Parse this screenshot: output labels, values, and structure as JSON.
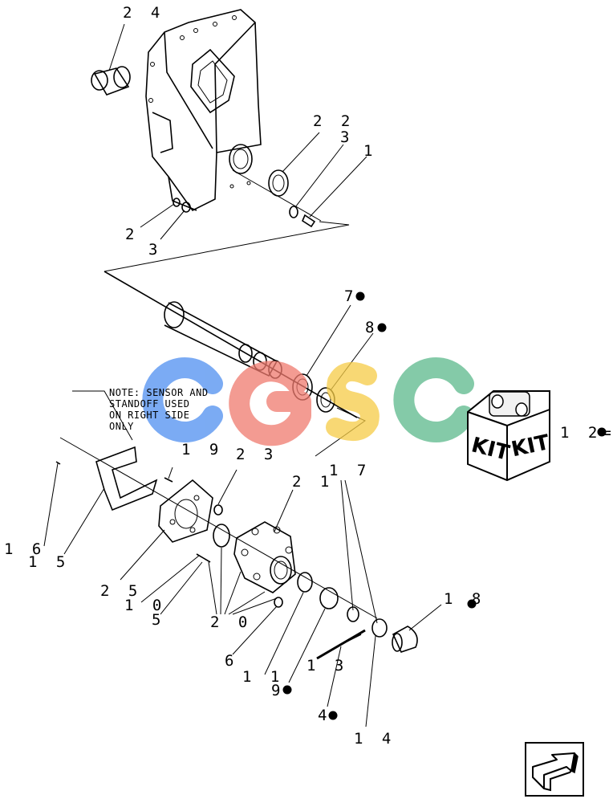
{
  "diagram": {
    "callouts": [
      {
        "id": "c24",
        "text": "2 4"
      },
      {
        "id": "c22",
        "text": "2 2"
      },
      {
        "id": "c3a",
        "text": "3"
      },
      {
        "id": "c1",
        "text": "1"
      },
      {
        "id": "c2",
        "text": "2"
      },
      {
        "id": "c3b",
        "text": "3"
      },
      {
        "id": "c7",
        "text": "7"
      },
      {
        "id": "c8",
        "text": "8"
      },
      {
        "id": "c12",
        "text": "1 2="
      },
      {
        "id": "c19",
        "text": "1 9"
      },
      {
        "id": "c23",
        "text": "2 3"
      },
      {
        "id": "c21",
        "text": "2 1"
      },
      {
        "id": "c17",
        "text": "1 7"
      },
      {
        "id": "c16",
        "text": "1 6"
      },
      {
        "id": "c15",
        "text": "1 5"
      },
      {
        "id": "c25",
        "text": "2 5"
      },
      {
        "id": "c10",
        "text": "1 0"
      },
      {
        "id": "c5",
        "text": "5"
      },
      {
        "id": "c20",
        "text": "2 0"
      },
      {
        "id": "c18",
        "text": "1 8"
      },
      {
        "id": "c6",
        "text": "6"
      },
      {
        "id": "c11",
        "text": "1 1"
      },
      {
        "id": "c13",
        "text": "1 3"
      },
      {
        "id": "c9",
        "text": "9"
      },
      {
        "id": "c4",
        "text": "4"
      },
      {
        "id": "c14",
        "text": "1 4"
      }
    ],
    "note_lines": [
      "NOTE: SENSOR AND",
      "STANDOFF USED",
      "ON RIGHT SIDE",
      "ONLY"
    ],
    "kit_labels": [
      "KIT",
      "KIT"
    ],
    "watermark_letters": [
      {
        "letter": "C",
        "color": "#4f8ff0"
      },
      {
        "letter": "G",
        "color": "#f07a6e"
      },
      {
        "letter": "S",
        "color": "#f6cc46"
      },
      {
        "letter": "C",
        "color": "#5bb98c"
      }
    ]
  }
}
